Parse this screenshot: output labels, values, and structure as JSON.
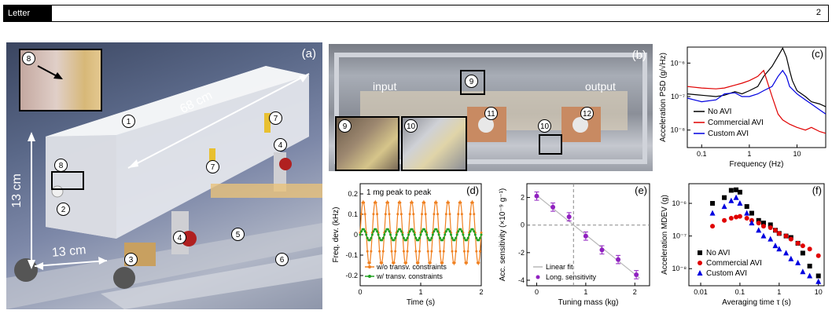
{
  "header": {
    "tag": "Letter",
    "page": "2"
  },
  "panel_a": {
    "letter": "(a)",
    "dim_length": "68 cm",
    "dim_height": "13 cm",
    "dim_width": "13 cm",
    "callouts": [
      "1",
      "2",
      "3",
      "4",
      "4",
      "5",
      "6",
      "7",
      "7",
      "8",
      "8"
    ]
  },
  "panel_b": {
    "letter": "(b)",
    "input_label": "input",
    "output_label": "output",
    "callouts": [
      "9",
      "10",
      "11",
      "12"
    ],
    "inset_callouts": [
      "9",
      "10"
    ]
  },
  "chart_data": [
    {
      "panel": "(c)",
      "type": "line",
      "xlabel": "Frequency (Hz)",
      "ylabel": "Acceleration PSD (g/√Hz)",
      "x_ticks": [
        "0.1",
        "1",
        "10"
      ],
      "y_ticks": [
        "10⁻⁸",
        "10⁻⁷",
        "10⁻⁶"
      ],
      "xscale": "log",
      "yscale": "log",
      "xlim": [
        0.05,
        40
      ],
      "ylim": [
        3e-09,
        3e-06
      ],
      "legend_position": "bottom-right",
      "series": [
        {
          "name": "No AVI",
          "color": "#000000",
          "x": [
            0.05,
            0.1,
            0.2,
            0.3,
            0.5,
            0.7,
            1,
            1.5,
            2,
            3,
            4,
            5,
            6,
            7,
            8,
            10,
            15,
            20,
            30,
            40
          ],
          "y": [
            1.2e-07,
            1.1e-07,
            1e-07,
            1.1e-07,
            1.4e-07,
            1.2e-07,
            1.5e-07,
            2e-07,
            4e-07,
            8e-07,
            1.6e-06,
            2.8e-06,
            1.5e-06,
            6e-07,
            3e-07,
            1.5e-07,
            1e-07,
            7e-08,
            6e-08,
            5e-08
          ]
        },
        {
          "name": "Commercial AVI",
          "color": "#e00000",
          "x": [
            0.05,
            0.1,
            0.2,
            0.3,
            0.5,
            0.7,
            1,
            1.5,
            2,
            3,
            4,
            5,
            7,
            10,
            15,
            20,
            30,
            40
          ],
          "y": [
            2e-07,
            1.8e-07,
            1.7e-07,
            1.8e-07,
            2.2e-07,
            2.5e-07,
            3e-07,
            4e-07,
            6e-07,
            1e-07,
            3e-08,
            2e-08,
            1.5e-08,
            1.2e-08,
            1e-08,
            1.2e-08,
            9e-09,
            8e-09
          ]
        },
        {
          "name": "Custom AVI",
          "color": "#0000e0",
          "x": [
            0.05,
            0.1,
            0.2,
            0.3,
            0.5,
            0.7,
            1,
            1.5,
            2,
            3,
            4,
            5,
            6,
            7,
            10,
            15,
            20,
            30,
            40
          ],
          "y": [
            9e-08,
            7e-08,
            8e-08,
            1.2e-07,
            1.3e-07,
            1e-07,
            1e-07,
            1.2e-07,
            1.5e-07,
            2e-07,
            4e-07,
            6e-07,
            4e-07,
            2e-07,
            1.2e-07,
            8e-08,
            6e-08,
            4e-08,
            3e-08
          ]
        }
      ]
    },
    {
      "panel": "(d)",
      "type": "line",
      "xlabel": "Time (s)",
      "ylabel": "Freq. dev. (kHz)",
      "annotation": "1 mg peak to peak",
      "x_ticks": [
        "0",
        "1",
        "2"
      ],
      "y_ticks": [
        "0.2",
        "0.1",
        "0",
        "-0.1",
        "-0.2"
      ],
      "xlim": [
        0,
        2
      ],
      "ylim": [
        -0.25,
        0.25
      ],
      "legend_position": "bottom",
      "series": [
        {
          "name": "w/o transv. constraints",
          "color": "#f08020",
          "amplitude": 0.155,
          "frequency_hz": 5,
          "offset": 0.01
        },
        {
          "name": "w/ transv. constraints",
          "color": "#20a020",
          "amplitude": 0.028,
          "frequency_hz": 5,
          "offset": 0.0
        }
      ]
    },
    {
      "panel": "(e)",
      "type": "scatter",
      "xlabel": "Tuning mass (kg)",
      "ylabel": "Acc. sensitivity (×10⁻⁹ g⁻¹)",
      "x_ticks": [
        "0",
        "1",
        "2"
      ],
      "y_ticks": [
        "2",
        "0",
        "-2",
        "-4"
      ],
      "xlim": [
        -0.2,
        2.3
      ],
      "ylim": [
        -4.4,
        3.0
      ],
      "legend_position": "bottom",
      "series": [
        {
          "name": "Long. sensitivity",
          "color": "#9020c0",
          "x": [
            0,
            0.33,
            0.66,
            1.0,
            1.33,
            1.66,
            2.03
          ],
          "y": [
            2.1,
            1.3,
            0.6,
            -0.8,
            -1.8,
            -2.5,
            -3.6
          ],
          "err": [
            0.3,
            0.3,
            0.3,
            0.3,
            0.3,
            0.3,
            0.3
          ]
        },
        {
          "name": "Linear fit",
          "color": "#b8b8b8",
          "x": [
            0,
            2.1
          ],
          "y": [
            2.15,
            -3.85
          ]
        }
      ],
      "dashed_lines": {
        "x": 0.75,
        "y": 0
      }
    },
    {
      "panel": "(f)",
      "type": "scatter",
      "xlabel": "Averaging time τ (s)",
      "ylabel": "Acceleration MDEV (g)",
      "x_ticks": [
        "0.01",
        "0.1",
        "1",
        "10"
      ],
      "y_ticks": [
        "10⁻⁸",
        "10⁻⁷",
        "10⁻⁶"
      ],
      "xscale": "log",
      "yscale": "log",
      "xlim": [
        0.005,
        14
      ],
      "ylim": [
        3e-09,
        4e-06
      ],
      "legend_position": "bottom-left",
      "series": [
        {
          "name": "No AVI",
          "color": "#000000",
          "marker": "square",
          "x": [
            0.02,
            0.04,
            0.06,
            0.08,
            0.1,
            0.15,
            0.2,
            0.3,
            0.4,
            0.6,
            0.8,
            1,
            1.5,
            2,
            3,
            4,
            6,
            10
          ],
          "y": [
            1e-06,
            1.5e-06,
            2.5e-06,
            2.6e-06,
            2.2e-06,
            8e-07,
            5e-07,
            3e-07,
            2.5e-07,
            2.2e-07,
            1.5e-07,
            1.2e-07,
            1e-07,
            9e-08,
            6e-08,
            3e-08,
            1.2e-08,
            6e-09
          ]
        },
        {
          "name": "Commercial AVI",
          "color": "#e00000",
          "marker": "circle",
          "x": [
            0.02,
            0.04,
            0.06,
            0.08,
            0.1,
            0.15,
            0.2,
            0.3,
            0.4,
            0.6,
            0.8,
            1,
            1.5,
            2,
            3,
            4,
            6,
            10
          ],
          "y": [
            2e-07,
            3e-07,
            3.5e-07,
            3.8e-07,
            4e-07,
            3.5e-07,
            3e-07,
            2.5e-07,
            2e-07,
            1.8e-07,
            1.5e-07,
            1.2e-07,
            1e-07,
            8e-08,
            6e-08,
            5e-08,
            4e-08,
            2.5e-08
          ]
        },
        {
          "name": "Custom AVI",
          "color": "#0000e0",
          "marker": "triangle",
          "x": [
            0.02,
            0.04,
            0.06,
            0.08,
            0.1,
            0.15,
            0.2,
            0.3,
            0.4,
            0.6,
            0.8,
            1,
            1.5,
            2,
            3,
            4,
            6,
            10
          ],
          "y": [
            5e-07,
            8e-07,
            1.2e-06,
            1.5e-06,
            1e-06,
            5e-07,
            2.5e-07,
            1.5e-07,
            1e-07,
            8e-08,
            5e-08,
            4e-08,
            3e-08,
            2e-08,
            1.5e-08,
            8e-09,
            6e-09,
            4e-09
          ]
        }
      ]
    }
  ]
}
